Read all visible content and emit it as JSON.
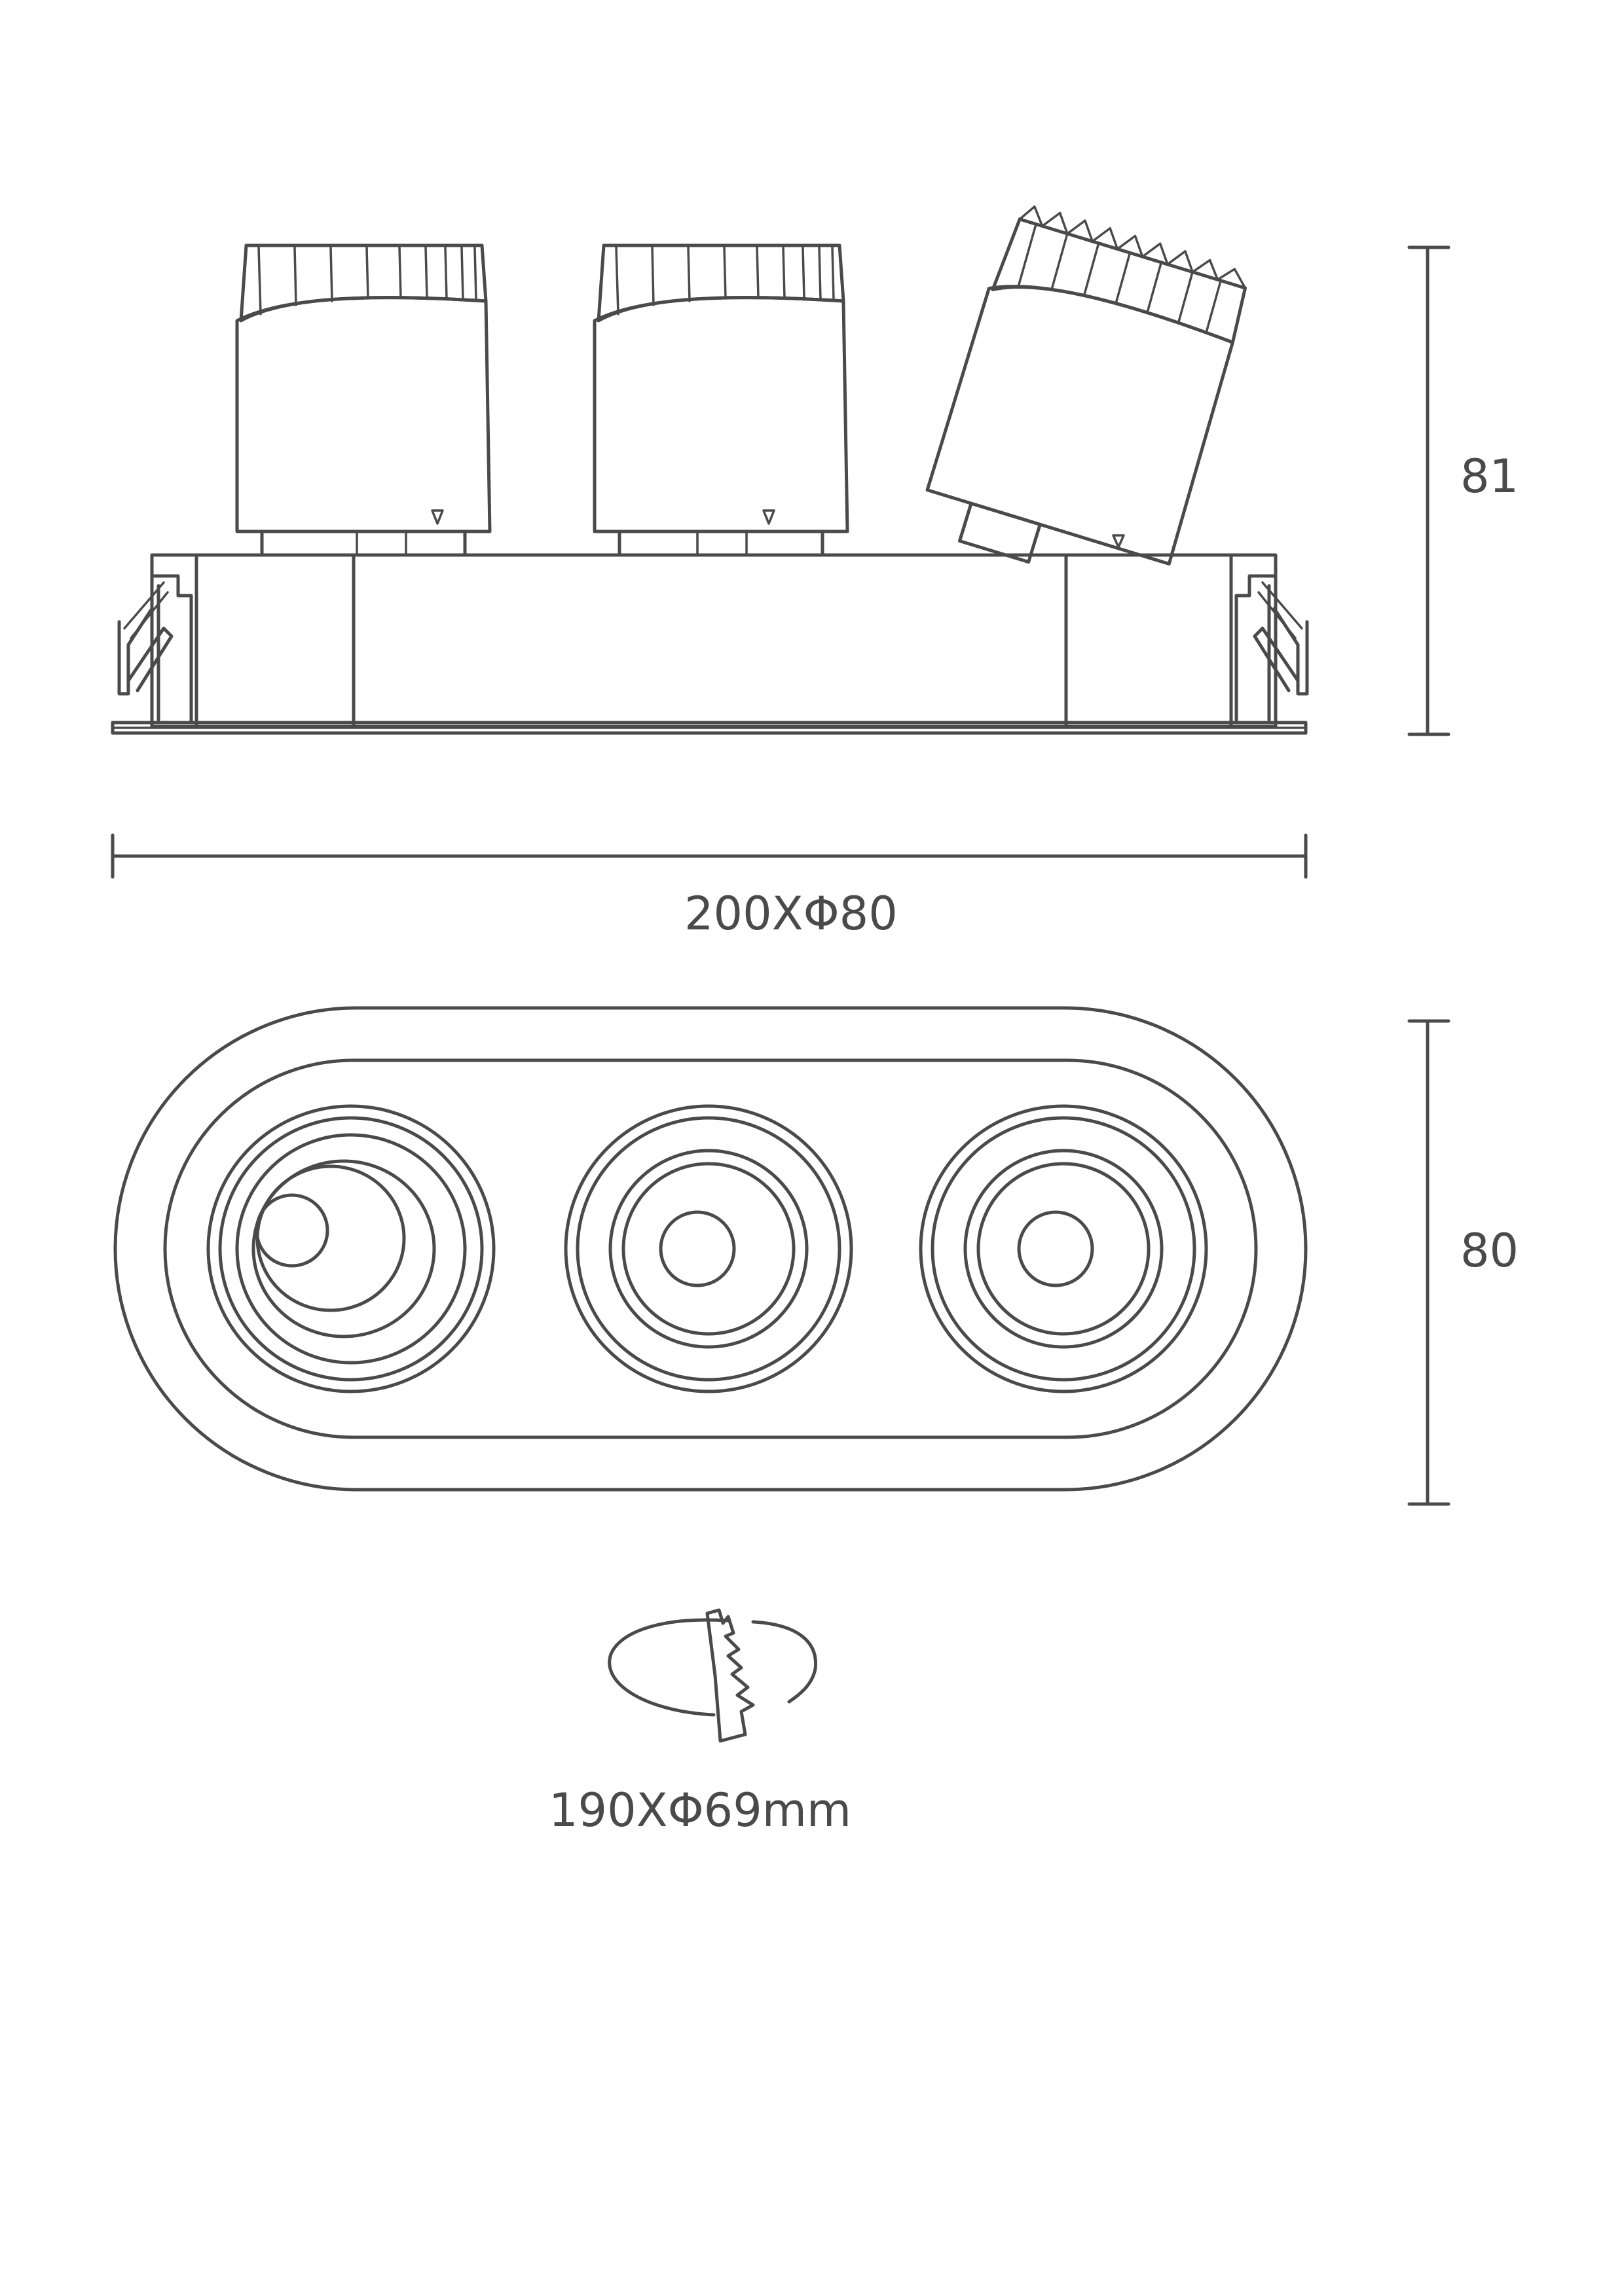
{
  "diagram": {
    "line_color": "#4a4a4a",
    "background": "#ffffff",
    "side_view": {
      "height_label": "81",
      "width_label": "200XΦ80",
      "lamp_count": 3,
      "tilted_lamp_index": 2
    },
    "top_view": {
      "height_label": "80",
      "ring_count": 3
    },
    "cutout": {
      "icon": "ceiling-cutout-icon",
      "label": "190XΦ69mm"
    }
  }
}
